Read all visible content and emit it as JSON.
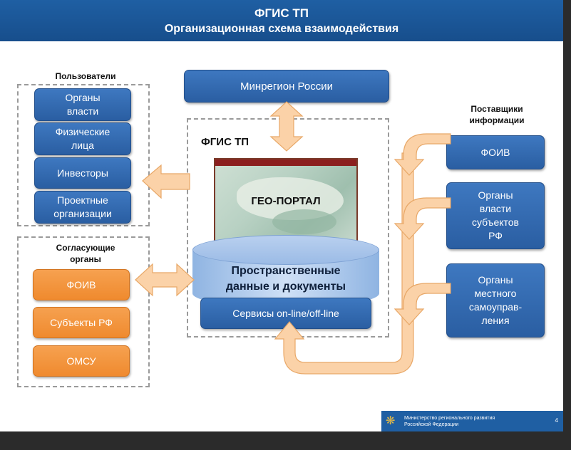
{
  "header": {
    "title": "ФГИС ТП",
    "subtitle": "Организационная схема взаимодействия"
  },
  "users": {
    "label": "Пользователи",
    "items": [
      "Органы\nвласти",
      "Физические\nлица",
      "Инвесторы",
      "Проектные\nорганизации"
    ]
  },
  "agreeing": {
    "label": "Согласующие\nорганы",
    "items": [
      "ФОИВ",
      "Субъекты РФ",
      "ОМСУ"
    ]
  },
  "center": {
    "minregion": "Минрегион России",
    "fgis_label": "ФГИС ТП",
    "geo_portal": "ГЕО-ПОРТАЛ",
    "spatial_data": "Пространственные\nданные и документы",
    "services": "Сервисы on-line/off-line"
  },
  "providers": {
    "label": "Поставщики\nинформации",
    "items": [
      "ФОИВ",
      "Органы\nвласти\nсубъектов\nРФ",
      "Органы\nместного\nсамоуправ-\nления"
    ]
  },
  "footer": {
    "ministry": "Министерство регионального развития\nРоссийской Федерации",
    "page": "4"
  },
  "colors": {
    "header_blue": "#1f5fa3",
    "box_blue": "#2a5ea2",
    "box_orange": "#ef8a2e",
    "arrow_fill": "#fbd2a8"
  }
}
